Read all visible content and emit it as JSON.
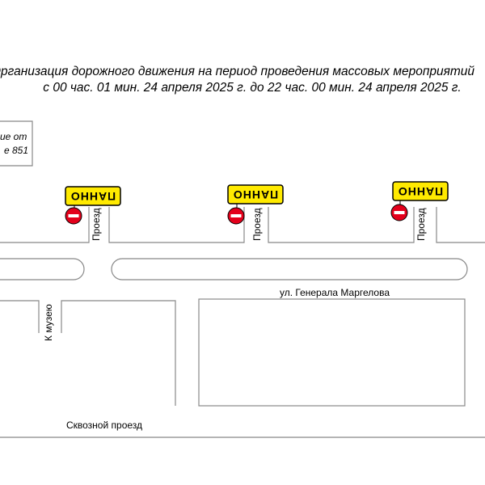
{
  "title": {
    "line1": "Организация дорожного движения на период проведения массовых мероприятий",
    "line2": "с 00 час. 01 мин. 24 апреля 2025 г. до 22 час. 00 мин. 24 апреля 2025 г."
  },
  "note": {
    "line1": "ие от",
    "line2": "е 851"
  },
  "panels": [
    {
      "text": "ПАННО",
      "drive_label": "Проезд"
    },
    {
      "text": "ПАННО",
      "drive_label": "Проезд"
    },
    {
      "text": "ПАННО",
      "drive_label": "Проезд"
    }
  ],
  "streets": {
    "margelova": "ул. Генерала Маргелова",
    "museum": "К музею",
    "through": "Сквозной проезд"
  },
  "colors": {
    "panel_fill": "#ffea00",
    "no_entry_red": "#e3001b",
    "line_gray": "#888888"
  },
  "icons": {
    "no_entry": "no-entry-sign-icon"
  }
}
